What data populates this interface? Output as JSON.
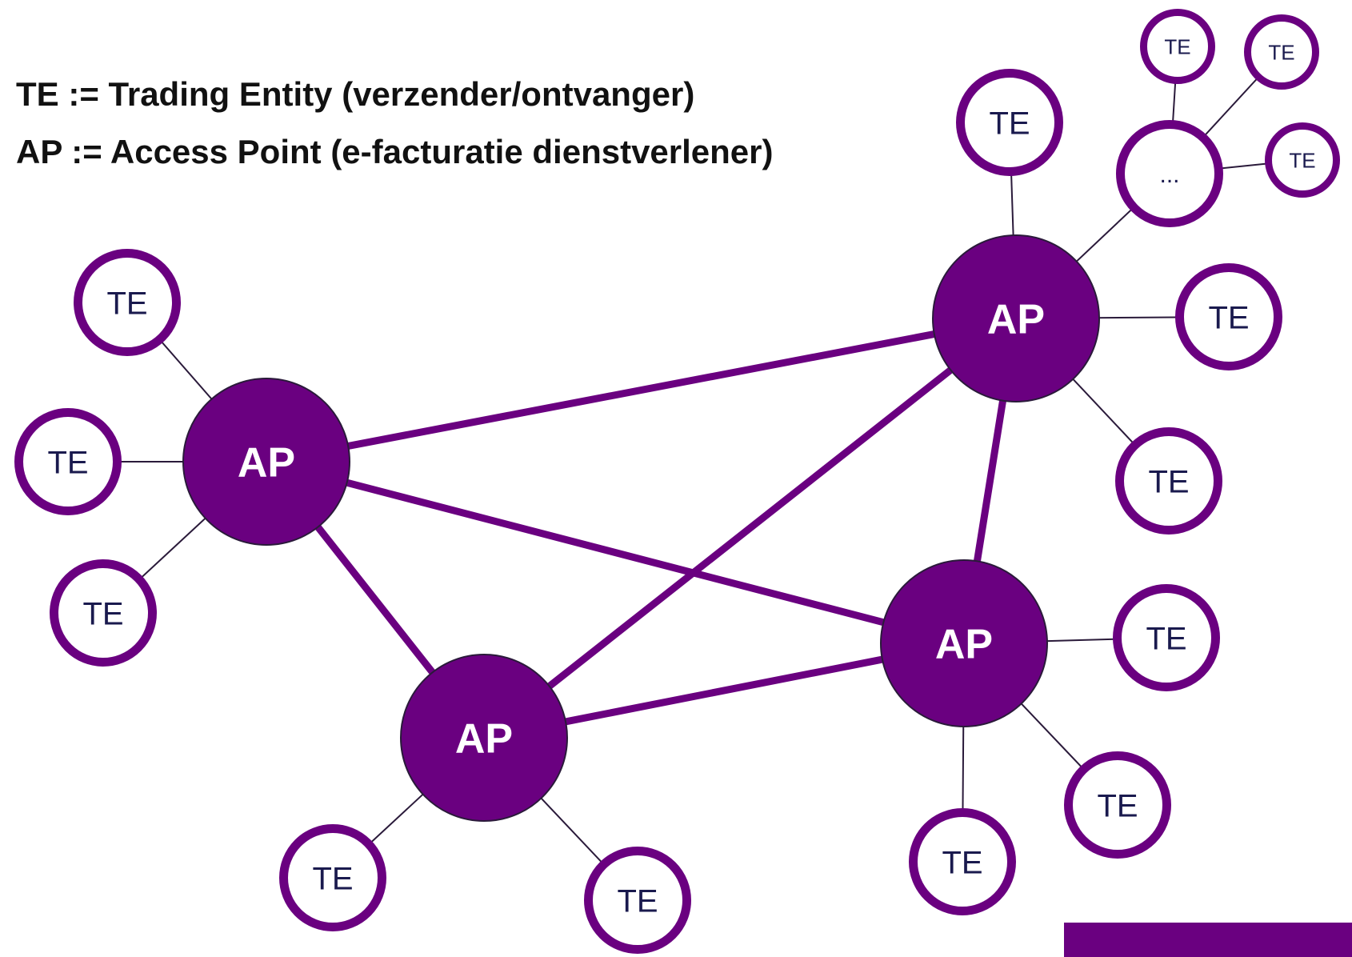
{
  "legend": {
    "te_definition": "TE := Trading Entity (verzender/ontvanger)",
    "ap_definition": "AP := Access Point (e-facturatie dienstverlener)"
  },
  "labels": {
    "ap": "AP",
    "te": "TE",
    "more": "..."
  },
  "colors": {
    "purple": "#6a0080",
    "node_text": "#1a1a4e",
    "ap_text": "#ffffff",
    "ap_outline": "#2a1a3a"
  },
  "nodes": [
    {
      "id": "ap1",
      "type": "ap"
    },
    {
      "id": "ap2",
      "type": "ap"
    },
    {
      "id": "ap3",
      "type": "ap"
    },
    {
      "id": "ap4",
      "type": "ap"
    },
    {
      "id": "te-ap1-top",
      "type": "te"
    },
    {
      "id": "te-ap1-left",
      "type": "te"
    },
    {
      "id": "te-ap1-bottom",
      "type": "te"
    },
    {
      "id": "te-ap2-top",
      "type": "te"
    },
    {
      "id": "more-ap2",
      "type": "more"
    },
    {
      "id": "te-more-1",
      "type": "te"
    },
    {
      "id": "te-more-2",
      "type": "te"
    },
    {
      "id": "te-more-3",
      "type": "te"
    },
    {
      "id": "te-ap2-right",
      "type": "te"
    },
    {
      "id": "te-ap2-bottom",
      "type": "te"
    },
    {
      "id": "te-ap3-left",
      "type": "te"
    },
    {
      "id": "te-ap3-right",
      "type": "te"
    },
    {
      "id": "te-ap4-right",
      "type": "te"
    },
    {
      "id": "te-ap4-lowright",
      "type": "te"
    },
    {
      "id": "te-ap4-bottom",
      "type": "te"
    }
  ],
  "edges": [
    {
      "from": "ap1",
      "to": "ap2",
      "kind": "backbone"
    },
    {
      "from": "ap1",
      "to": "ap4",
      "kind": "backbone"
    },
    {
      "from": "ap1",
      "to": "ap3",
      "kind": "backbone"
    },
    {
      "from": "ap3",
      "to": "ap2",
      "kind": "backbone"
    },
    {
      "from": "ap3",
      "to": "ap4",
      "kind": "backbone"
    },
    {
      "from": "ap4",
      "to": "ap2",
      "kind": "backbone"
    },
    {
      "from": "ap1",
      "to": "te-ap1-top",
      "kind": "link"
    },
    {
      "from": "ap1",
      "to": "te-ap1-left",
      "kind": "link"
    },
    {
      "from": "ap1",
      "to": "te-ap1-bottom",
      "kind": "link"
    },
    {
      "from": "ap2",
      "to": "te-ap2-top",
      "kind": "link"
    },
    {
      "from": "ap2",
      "to": "more-ap2",
      "kind": "link"
    },
    {
      "from": "more-ap2",
      "to": "te-more-1",
      "kind": "link"
    },
    {
      "from": "more-ap2",
      "to": "te-more-2",
      "kind": "link"
    },
    {
      "from": "more-ap2",
      "to": "te-more-3",
      "kind": "link"
    },
    {
      "from": "ap2",
      "to": "te-ap2-right",
      "kind": "link"
    },
    {
      "from": "ap2",
      "to": "te-ap2-bottom",
      "kind": "link"
    },
    {
      "from": "ap3",
      "to": "te-ap3-left",
      "kind": "link"
    },
    {
      "from": "ap3",
      "to": "te-ap3-right",
      "kind": "link"
    },
    {
      "from": "ap4",
      "to": "te-ap4-right",
      "kind": "link"
    },
    {
      "from": "ap4",
      "to": "te-ap4-lowright",
      "kind": "link"
    },
    {
      "from": "ap4",
      "to": "te-ap4-bottom",
      "kind": "link"
    }
  ]
}
